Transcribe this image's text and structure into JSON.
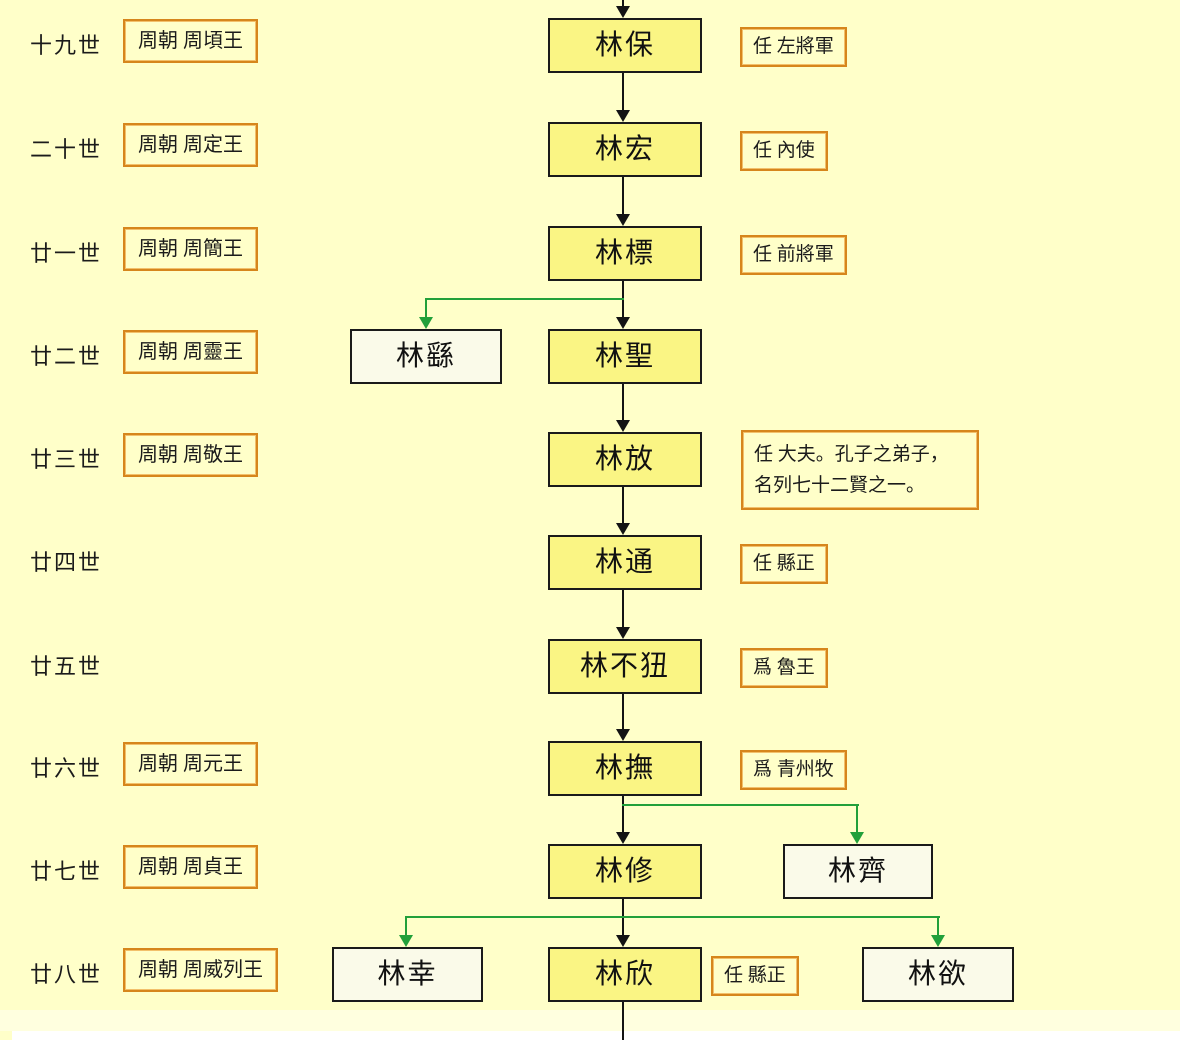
{
  "colors": {
    "background": "#ffffc9",
    "ancestor_node_fill": "#faf584",
    "branch_node_fill": "#fafae9",
    "node_border": "#1a1a1a",
    "annotation_border": "#d6861c",
    "lineage_line": "#141414",
    "branch_line": "#22a03a",
    "bottom_margin": "#ffffff"
  },
  "generations": [
    {
      "label": "十九世",
      "dynasty": "周朝 周頃王",
      "name": "林保",
      "note": "任 左將軍"
    },
    {
      "label": "二十世",
      "dynasty": "周朝 周定王",
      "name": "林宏",
      "note": "任 內使"
    },
    {
      "label": "廿一世",
      "dynasty": "周朝 周簡王",
      "name": "林標",
      "note": "任 前將軍"
    },
    {
      "label": "廿二世",
      "dynasty": "周朝 周靈王",
      "name": "林聖",
      "branch_left": "林繇"
    },
    {
      "label": "廿三世",
      "dynasty": "周朝 周敬王",
      "name": "林放",
      "note_lines": [
        "任 大夫。孔子之弟子，",
        "名列七十二賢之一。"
      ]
    },
    {
      "label": "廿四世",
      "name": "林通",
      "note": "任 縣正"
    },
    {
      "label": "廿五世",
      "name": "林不狃",
      "note": "爲 魯王"
    },
    {
      "label": "廿六世",
      "dynasty": "周朝 周元王",
      "name": "林撫",
      "note": "爲 青州牧"
    },
    {
      "label": "廿七世",
      "dynasty": "周朝 周貞王",
      "name": "林修",
      "branch_right": "林齊"
    },
    {
      "label": "廿八世",
      "dynasty": "周朝 周威列王",
      "name": "林欣",
      "note": "任 縣正",
      "branch_left": "林幸",
      "branch_right": "林欲"
    }
  ]
}
